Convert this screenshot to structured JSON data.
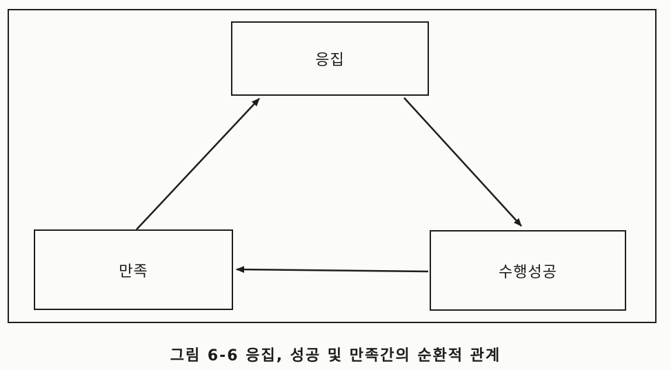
{
  "diagram": {
    "nodes": {
      "cohesion": "응집",
      "satisfaction": "만족",
      "performance_success": "수행성공"
    },
    "edges": [
      {
        "from": "cohesion",
        "to": "performance_success"
      },
      {
        "from": "performance_success",
        "to": "satisfaction"
      },
      {
        "from": "satisfaction",
        "to": "cohesion"
      }
    ]
  },
  "caption": "그림 6-6 응집, 성공 및 만족간의 순환적 관계",
  "colors": {
    "stroke": "#1e1e1e",
    "background": "#fbfbf9"
  }
}
